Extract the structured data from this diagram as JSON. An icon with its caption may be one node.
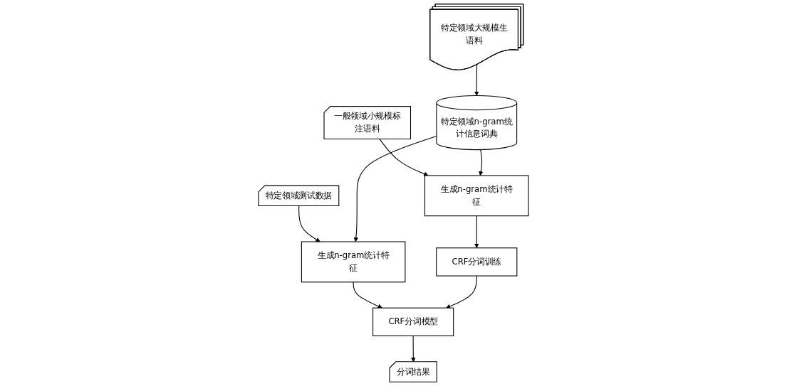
{
  "diagram": {
    "nodes": [
      {
        "text": [
          "特定领域大规模生语料"
        ]
      },
      {
        "text": [
          "一般领域小规模标注语料"
        ]
      },
      {
        "text": [
          "特定领域测试数据"
        ]
      },
      {
        "text": [
          "生成n-gram统计特征"
        ]
      },
      {
        "text": [
          "特定领域n-gram统计信息词典"
        ]
      },
      {
        "text": [
          "生成n-gram统计特征"
        ]
      },
      {
        "text": [
          "CRF分词训练"
        ]
      },
      {
        "text": [
          "CRF分词模型"
        ]
      },
      {
        "text": [
          "分词结果"
        ]
      }
    ],
    "edges": [
      {
        "from": 0,
        "to": 4,
        "arrow": "to"
      },
      {
        "from": 1,
        "to": 3,
        "arrow": "to"
      },
      {
        "from": 2,
        "to": 5,
        "arrow": "to"
      },
      {
        "from": 4,
        "to": 3,
        "arrow": "to"
      },
      {
        "from": 4,
        "to": 5,
        "arrow": "to"
      },
      {
        "from": 3,
        "to": 6,
        "arrow": "to"
      },
      {
        "from": 5,
        "to": 7,
        "arrow": "to"
      },
      {
        "from": 6,
        "to": 7,
        "arrow": "to"
      },
      {
        "from": 7,
        "to": 8,
        "arrow": "to"
      }
    ]
  }
}
